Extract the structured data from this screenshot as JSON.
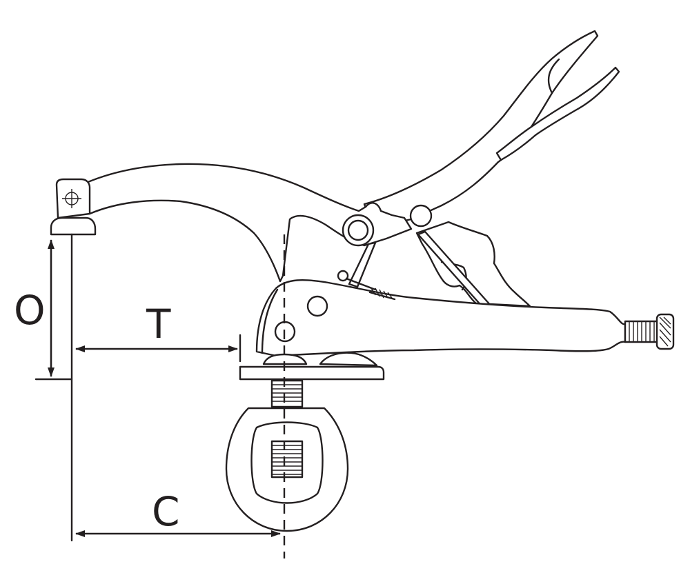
{
  "labels": {
    "throat_depth": "T",
    "opening": "O",
    "center_distance": "C"
  },
  "colors": {
    "line": "#231f20",
    "background": "#ffffff"
  },
  "icons": [
    "locking-clamp-pliers-icon"
  ]
}
